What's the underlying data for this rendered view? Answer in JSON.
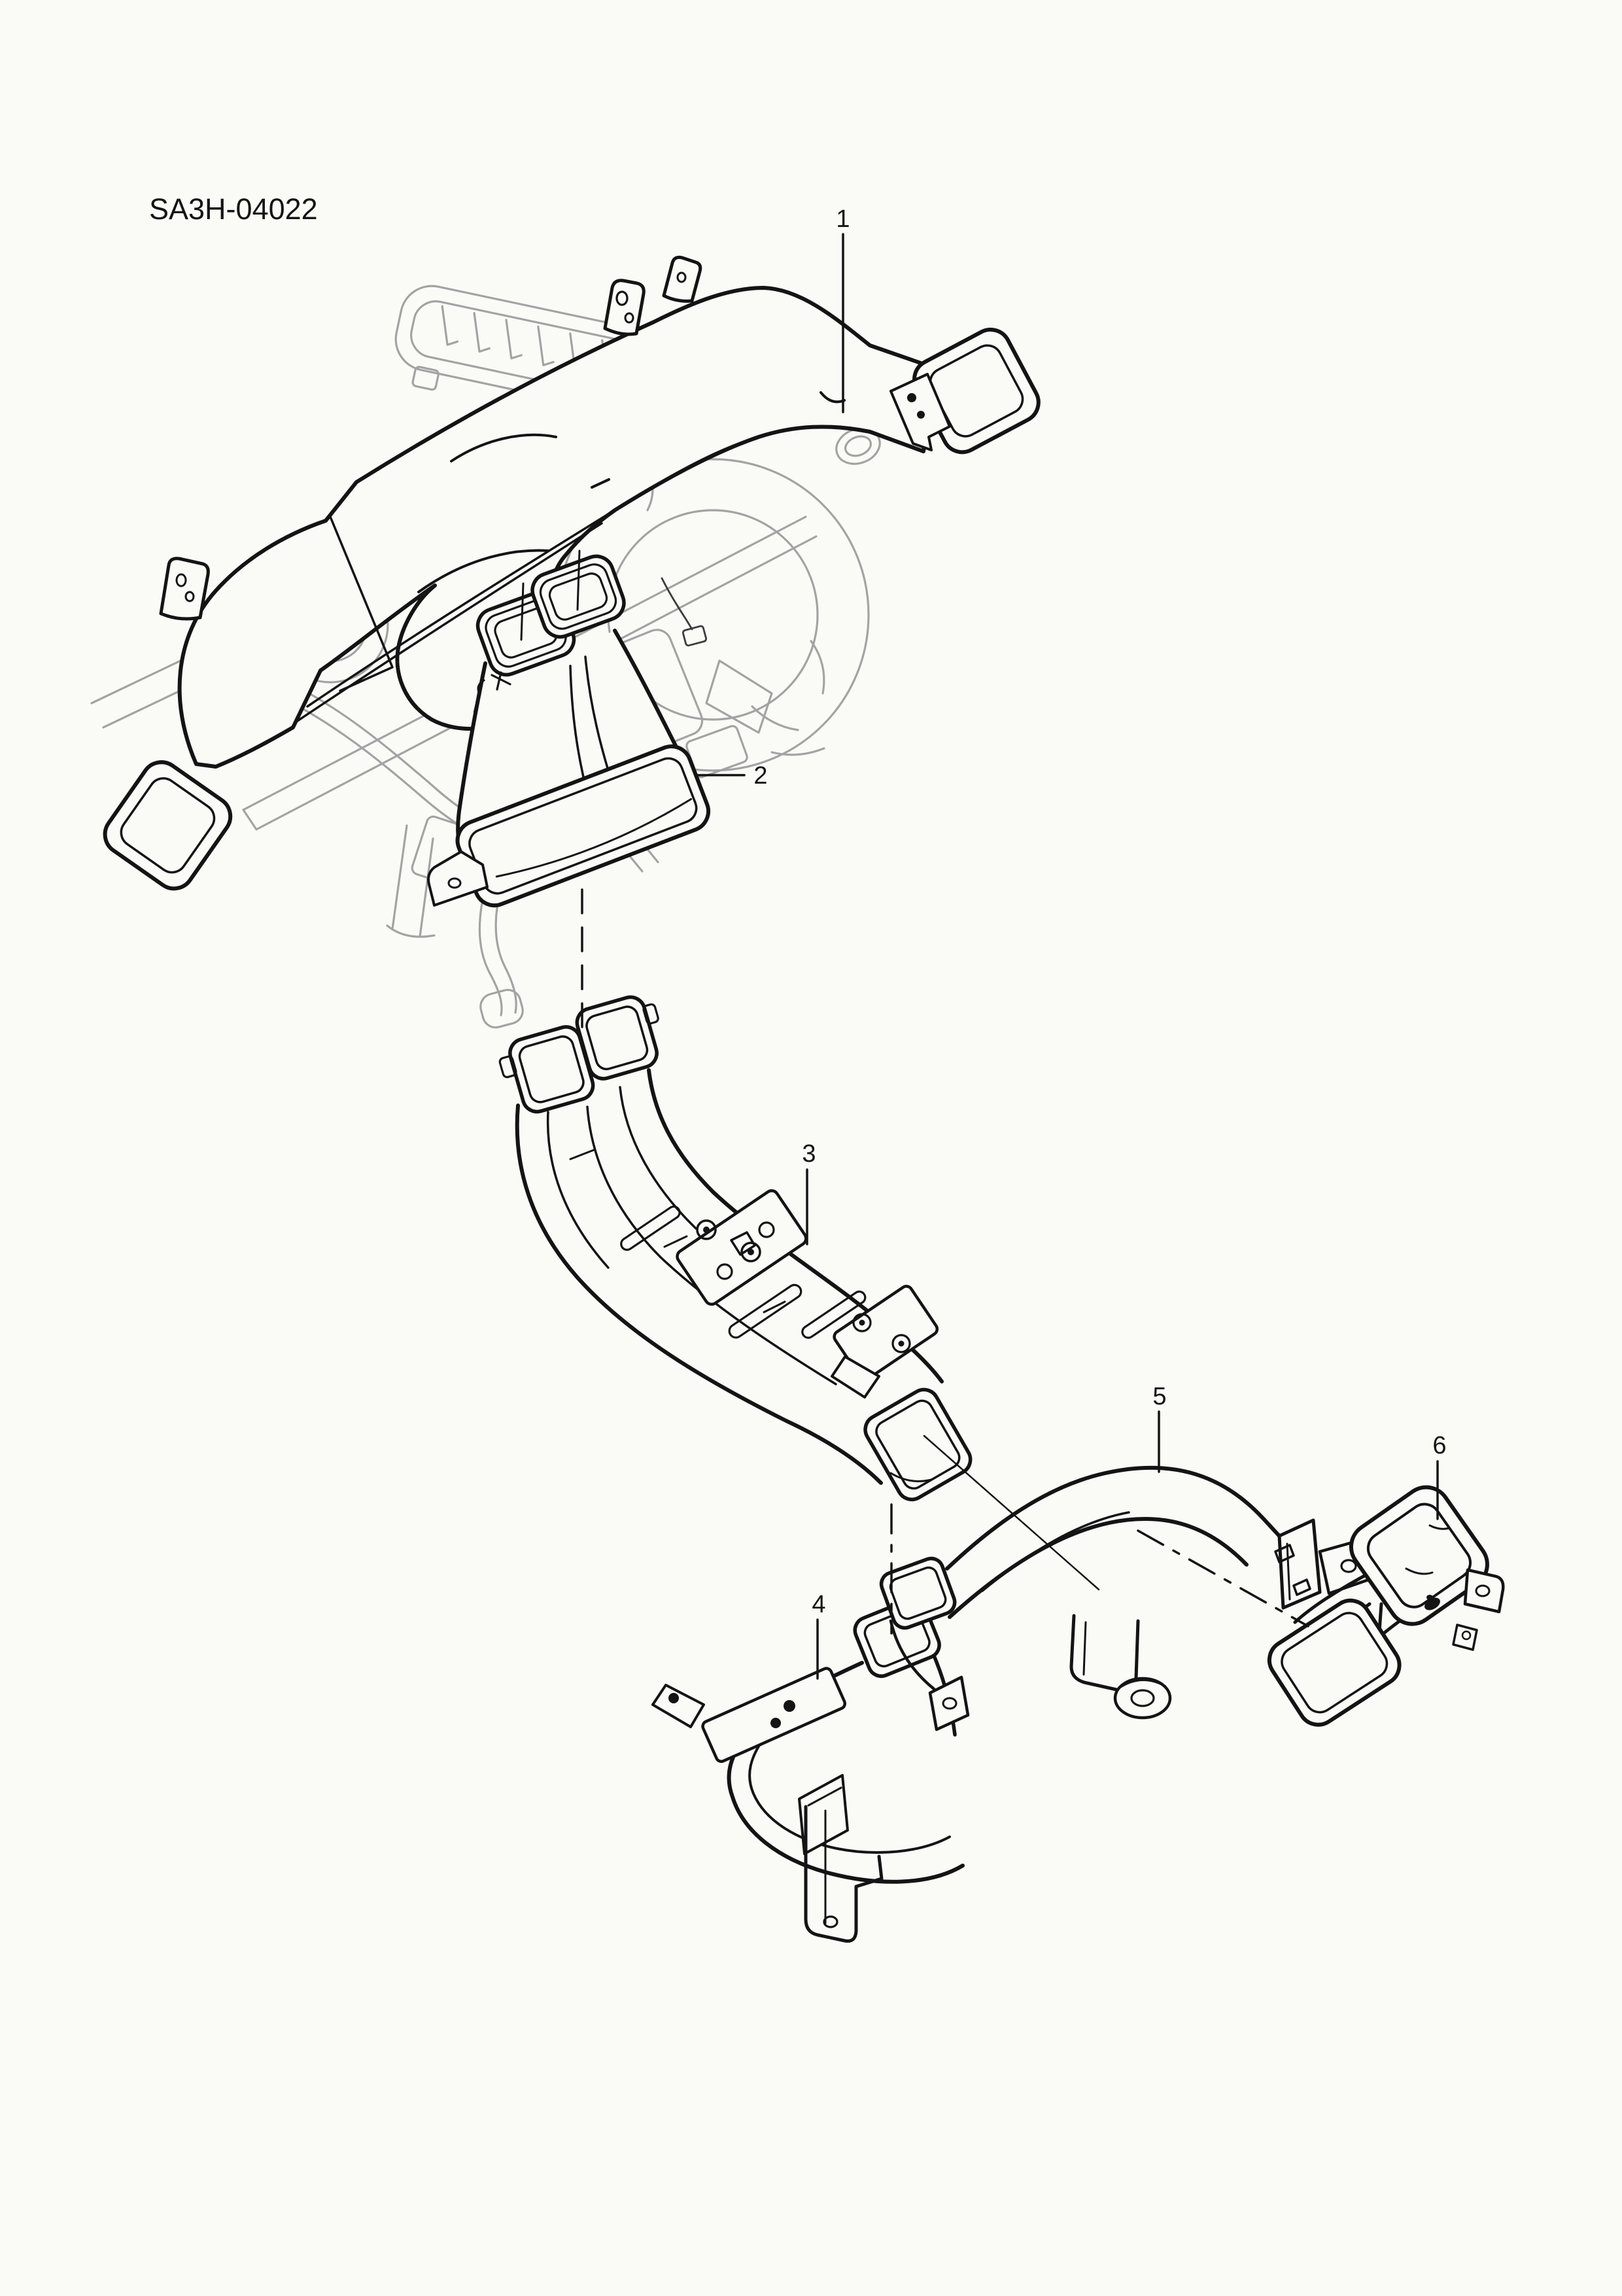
{
  "page": {
    "background_color": "#fafaf7",
    "primary_line_color": "#141414",
    "secondary_line_color": "#a3a3a3"
  },
  "drawing": {
    "code": "SA3H-04022"
  },
  "callouts": [
    {
      "label": "1"
    },
    {
      "label": "2"
    },
    {
      "label": "3"
    },
    {
      "label": "4"
    },
    {
      "label": "5"
    },
    {
      "label": "6"
    }
  ]
}
